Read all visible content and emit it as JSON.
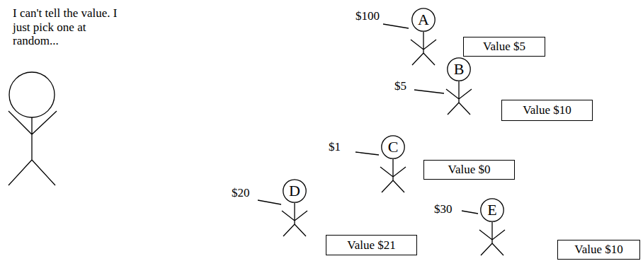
{
  "diagram": {
    "nodes": [
      {
        "text": [
          "A"
        ]
      },
      {
        "text": [
          "Value $5"
        ]
      },
      {
        "text": [
          "B"
        ]
      },
      {
        "text": [
          "Value $10"
        ]
      },
      {
        "text": [
          "C"
        ]
      },
      {
        "text": [
          "Value $0"
        ]
      },
      {
        "text": [
          "D"
        ]
      },
      {
        "text": [
          "Value $21"
        ]
      },
      {
        "text": [
          "E"
        ]
      },
      {
        "text": [
          "Value $10"
        ]
      }
    ],
    "labels": [
      "I can't tell the value. I just pick one at random...",
      "$100",
      "$5",
      "$1",
      "$20",
      "$30"
    ]
  }
}
